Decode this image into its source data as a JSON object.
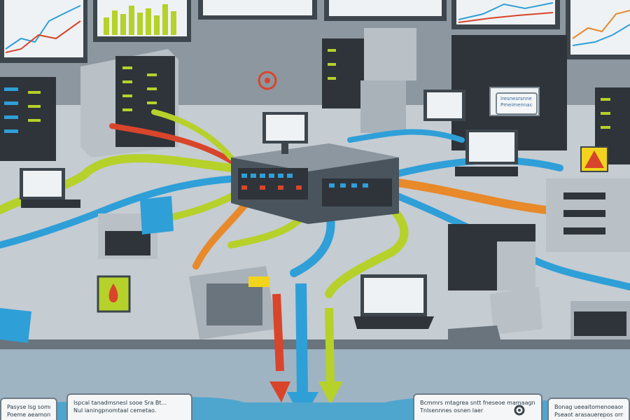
{
  "scene": {
    "kind": "illustration",
    "subject": "network-operations-room",
    "colors": {
      "wall": "#8d979f",
      "floor": "#c5ccd2",
      "desk_edge": "#6a747c",
      "screen_frame": "#3d464d",
      "server_dark": "#2e343a",
      "server_light": "#b9c0c6",
      "cable_yellow": "#b6d12a",
      "cable_blue": "#2f9fd8",
      "cable_orange": "#e8892a",
      "cable_red": "#d8452b",
      "warning_yellow": "#f2d41c",
      "bottom_panel": "#4ea6cf"
    }
  },
  "captions": [
    {
      "lines": [
        "Pasyse lsg somnrmetooal",
        "Poeme aeamoroe roe teno"
      ]
    },
    {
      "lines": [
        "Ispcal tanadmsnesl sooe Sra Bt...",
        "Nul ianingpnomtaal cemetao."
      ]
    },
    {
      "lines": [
        "Bcmmrs mtagrea sntt fneseoe mamaagn.",
        "Tnlsennnes osnen laer"
      ]
    },
    {
      "lines": [
        "Bonag ueeaitomenoeaomol omena",
        "Pseaot arasauerepos ornermenrol"
      ]
    }
  ],
  "notes": [
    {
      "lines": [
        "Iresnesrsnne sasnoe",
        "Pmeimennaceome aaneoe"
      ]
    }
  ],
  "icons": [
    "warning-triangle-icon",
    "gear-icon",
    "wifi-signal-icon",
    "alert-badge-icon"
  ]
}
